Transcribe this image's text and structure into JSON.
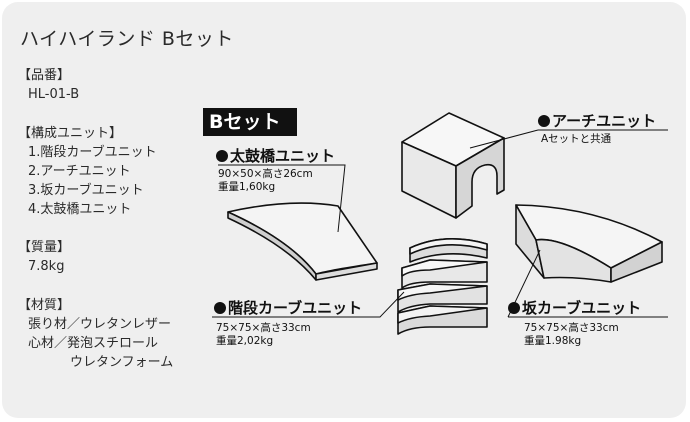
{
  "title": "ハイハイランド Bセット",
  "product_no": {
    "heading": "【品番】",
    "value": "HL-01-B"
  },
  "units": {
    "heading": "【構成ユニット】",
    "items": [
      "1.階段カーブユニット",
      "2.アーチユニット",
      "3.坂カーブユニット",
      "4.太鼓橋ユニット"
    ]
  },
  "weight": {
    "heading": "【質量】",
    "value": "7.8kg"
  },
  "material": {
    "heading": "【材質】",
    "lines": [
      "張り材／ウレタンレザー",
      "心材／発泡スチロール",
      "ウレタンフォーム"
    ]
  },
  "badge": "Bセット",
  "callouts": {
    "taikobashi": {
      "label": "太鼓橋ユニット",
      "dims": "90×50×高さ26cm",
      "mass": "重量1,60kg"
    },
    "arch": {
      "label": "アーチユニット",
      "note": "Aセットと共通"
    },
    "kaidan": {
      "label": "階段カーブユニット",
      "dims": "75×75×高さ33cm",
      "mass": "重量2,02kg"
    },
    "saka": {
      "label": "坂カーブユニット",
      "dims": "75×75×高さ33cm",
      "mass": "重量1.98kg"
    }
  }
}
